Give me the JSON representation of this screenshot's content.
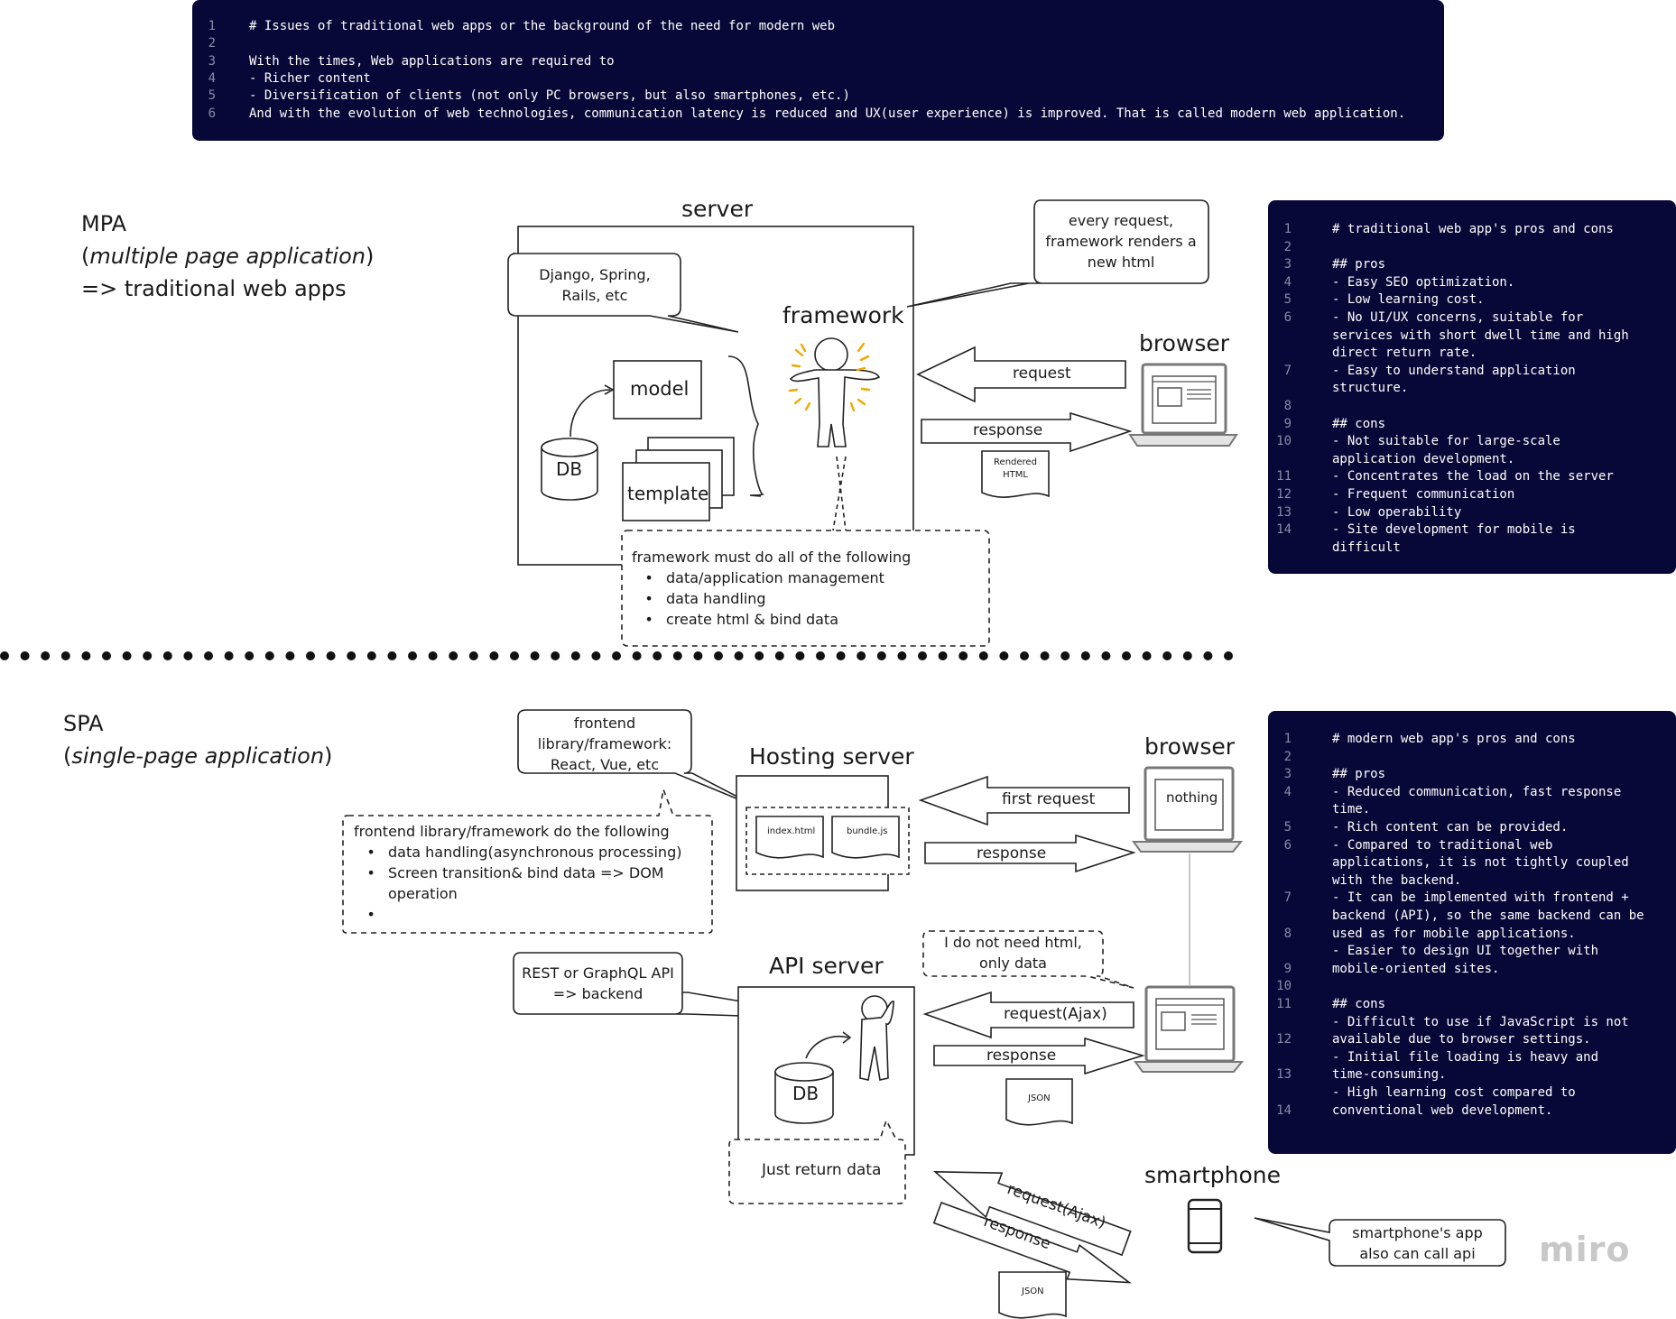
{
  "top_code": {
    "lines": [
      "# Issues of traditional web apps or the background of the need for modern web",
      "",
      "With the times, Web applications are required to",
      "- Richer content",
      "- Diversification of clients (not only PC browsers, but also smartphones, etc.)",
      "And with the evolution of web technologies, communication latency is reduced and UX(user experience) is improved. That is called modern web application."
    ]
  },
  "mpa": {
    "title": "MPA",
    "subtitle_paren_open": "(",
    "subtitle_italic": "multiple page application",
    "subtitle_paren_close": ")",
    "subtitle2": "=> traditional web apps",
    "server_label": "server",
    "framework_label": "framework",
    "bubble_frameworks_line1": "Django, Spring,",
    "bubble_frameworks_line2": "Rails, etc",
    "bubble_render_line1": "every request,",
    "bubble_render_line2": "framework renders a",
    "bubble_render_line3": "new html",
    "model_label": "model",
    "db_label": "DB",
    "template_label": "template",
    "browser_label": "browser",
    "request_label": "request",
    "response_label": "response",
    "rendered_line1": "Rendered",
    "rendered_line2": "HTML",
    "note_title": "framework must do all of the following",
    "note_items": [
      "data/application management",
      "data handling",
      "create html & bind data"
    ]
  },
  "mpa_code": {
    "line_numbers": [
      "1",
      "2",
      "3",
      "4",
      "5",
      "6",
      "",
      "",
      "7",
      "",
      "8",
      "9",
      "10",
      "",
      "11",
      "12",
      "13",
      "14",
      ""
    ],
    "lines": [
      "# traditional web app's pros and cons",
      "",
      "## pros",
      "- Easy SEO optimization.",
      "- Low learning cost.",
      "- No UI/UX concerns, suitable for",
      "services with short dwell time and high",
      "direct return rate.",
      "- Easy to understand application",
      "structure.",
      "",
      "## cons",
      "- Not suitable for large-scale",
      "application development.",
      "- Concentrates the load on the server",
      "- Frequent communication",
      "- Low operability",
      "- Site development for mobile is",
      "difficult"
    ]
  },
  "spa": {
    "title": "SPA",
    "subtitle_paren_open": "(",
    "subtitle_italic": "single-page application",
    "subtitle_paren_close": ")",
    "bubble_frontend_line1": "frontend",
    "bubble_frontend_line2": "library/framework:",
    "bubble_frontend_line3": "React, Vue, etc",
    "hosting_label": "Hosting server",
    "index_label": "index.html",
    "bundle_label": "bundle.js",
    "browser_label": "browser",
    "nothing_label": "nothing",
    "first_request_label": "first request",
    "response_label": "response",
    "note_title": "frontend library/framework do the following",
    "note_items": [
      "data handling(asynchronous processing)",
      "Screen transition& bind data => DOM operation",
      ""
    ],
    "bubble_api_line1": "REST or GraphQL API",
    "bubble_api_line2": "=> backend",
    "api_label": "API server",
    "db_label": "DB",
    "just_return": "Just return data",
    "bubble_need_line1": "I do not need html,",
    "bubble_need_line2": "only data",
    "ajax_request_label": "request(Ajax)",
    "ajax_response_label": "response",
    "json_label": "JSON",
    "smartphone_label": "smartphone",
    "sp_request_label": "request(Ajax)",
    "sp_response_label": "response",
    "sp_json_label": "JSON",
    "bubble_sp_line1": "smartphone's app",
    "bubble_sp_line2": "also can call api"
  },
  "spa_code": {
    "line_numbers": [
      "1",
      "2",
      "3",
      "4",
      "",
      "5",
      "6",
      "",
      "",
      "7",
      "",
      "8",
      "",
      "9",
      "10",
      "11",
      "",
      "12",
      "",
      "13",
      "",
      "14"
    ],
    "lines": [
      "# modern web app's pros and cons",
      "",
      "## pros",
      "- Reduced communication, fast response",
      "time.",
      "- Rich content can be provided.",
      "- Compared to traditional web",
      "applications, it is not tightly coupled",
      "with the backend.",
      "- It can be implemented with frontend +",
      "backend (API), so the same backend can be",
      "used as for mobile applications.",
      "- Easier to design UI together with",
      "mobile-oriented sites.",
      "",
      "## cons",
      "- Difficult to use if JavaScript is not",
      "available due to browser settings.",
      "- Initial file loading is heavy and",
      "time-consuming.",
      "- High learning cost compared to",
      "conventional web development.",
      ""
    ]
  },
  "brand": {
    "logo": "miro",
    "logo_color": "#c8c8c8"
  },
  "colors": {
    "code_bg": "#080838",
    "accent_rays": "#f0a800"
  }
}
